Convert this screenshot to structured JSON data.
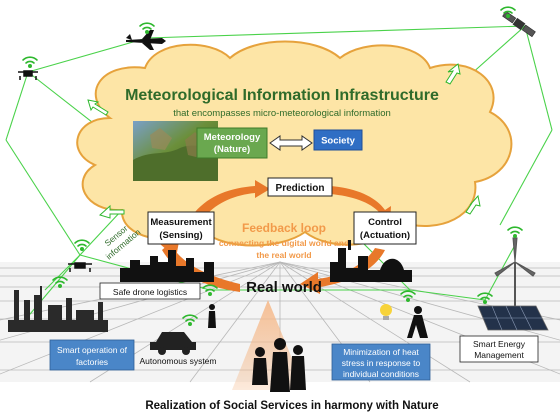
{
  "cloud": {
    "title": "Meteorological Information Infrastructure",
    "subtitle": "that encompasses micro-meteorological information"
  },
  "boxes": {
    "meteorology_line1": "Meteorology",
    "meteorology_line2": "(Nature)",
    "society": "Society",
    "prediction": "Prediction",
    "measurement_line1": "Measurement",
    "measurement_line2": "(Sensing)",
    "control_line1": "Control",
    "control_line2": "(Actuation)"
  },
  "feedback": {
    "title": "Feedback loop",
    "line1": "connecting the digital world and",
    "line2": "the real world"
  },
  "sensor_info": {
    "line1": "Sensor",
    "line2": "information"
  },
  "real_world": "Real world",
  "labels": {
    "drone_logistics": "Safe drone logistics",
    "smart_factories_line1": "Smart operation of",
    "smart_factories_line2": "factories",
    "autonomous": "Autonomous system",
    "heat_stress_line1": "Minimization of heat",
    "heat_stress_line2": "stress in response to",
    "heat_stress_line3": "individual conditions",
    "smart_energy_line1": "Smart Energy",
    "smart_energy_line2": "Management"
  },
  "footer": "Realization of Social Services in harmony with Nature",
  "colors": {
    "cloud_fill": "#fde5a6",
    "cloud_stroke": "#e6a23c",
    "meteorology_green": "#6aa84f",
    "society_blue": "#2f6ec4",
    "orange_arrow": "#e8782a",
    "title_green": "#2f6b2a",
    "wifi_green": "#2eb82e",
    "network_line": "#4ad24a",
    "blue_label": "#4a86c8"
  }
}
